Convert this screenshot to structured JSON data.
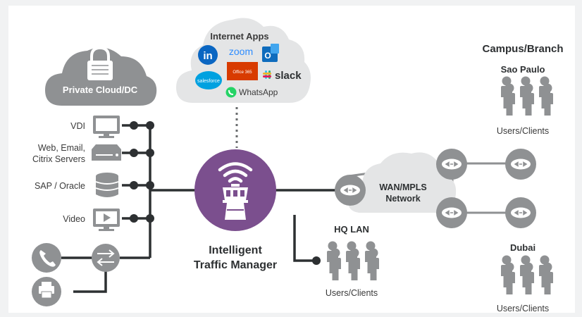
{
  "private_cloud": {
    "label": "Private Cloud/DC"
  },
  "internet_apps": {
    "title": "Internet Apps",
    "apps": {
      "linkedin": "in",
      "zoom": "zoom",
      "outlook": "O",
      "office": "Office 365",
      "salesforce": "salesforce",
      "slack": "slack",
      "whatsapp": "WhatsApp"
    }
  },
  "dc_items": {
    "vdi": "VDI",
    "web_line1": "Web, Email,",
    "web_line2": "Citrix Servers",
    "sap": "SAP / Oracle",
    "video": "Video"
  },
  "traffic_manager": {
    "line1": "Intelligent",
    "line2": "Traffic Manager"
  },
  "hq": {
    "title": "HQ LAN",
    "users": "Users/Clients"
  },
  "wan": {
    "line1": "WAN/MPLS",
    "line2": "Network"
  },
  "campus": {
    "title": "Campus/Branch",
    "sao_paulo": {
      "name": "Sao Paulo",
      "users": "Users/Clients"
    },
    "dubai": {
      "name": "Dubai",
      "users": "Users/Clients"
    }
  },
  "colors": {
    "purple": "#7b4f8e",
    "gray_icon": "#8f9193",
    "cloud": "#e4e5e6",
    "line": "#2d3032",
    "text": "#3a3a3a"
  }
}
